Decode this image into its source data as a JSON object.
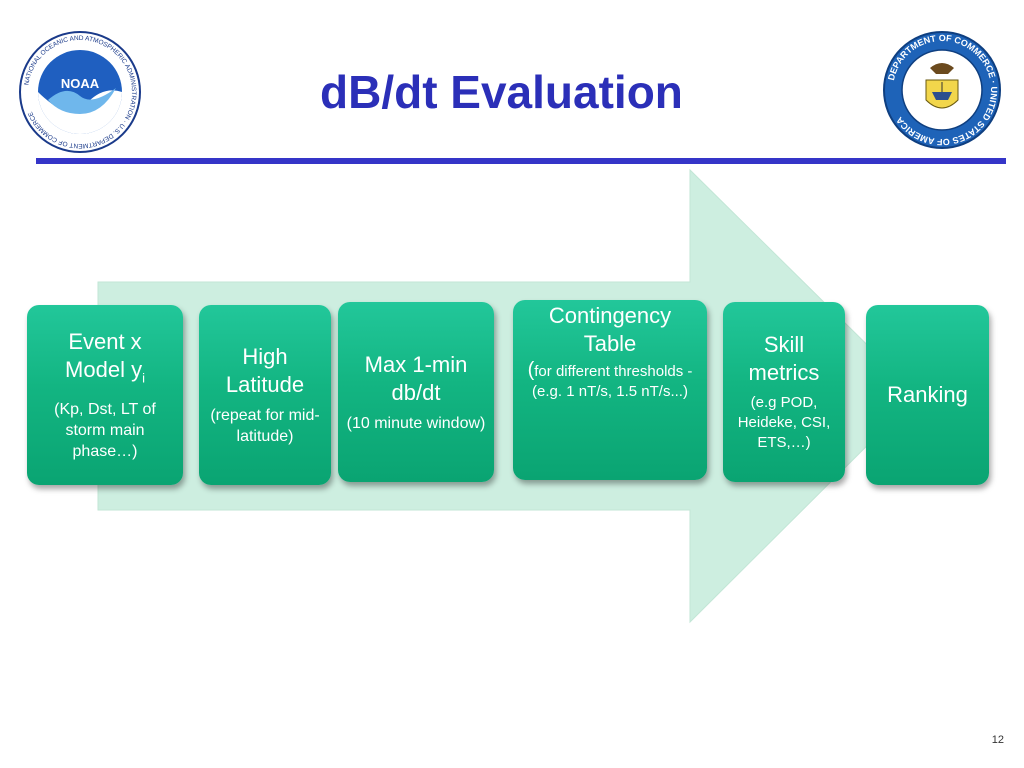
{
  "slide": {
    "title": "dB/dt Evaluation",
    "page_number": "12"
  },
  "logos": {
    "noaa_text": "NOAA",
    "noaa_ring_text": "NATIONAL OCEANIC AND ATMOSPHERIC ADMINISTRATION · U.S. DEPARTMENT OF COMMERCE",
    "doc_ring_text": "DEPARTMENT OF COMMERCE · UNITED STATES OF AMERICA"
  },
  "colors": {
    "title": "#2b2fb8",
    "rule": "#3535c8",
    "box": "#13b582",
    "arrow": "#cdeee0"
  },
  "steps": [
    {
      "head_main": "Event x",
      "head_line2": "Model y",
      "head_sub": "i",
      "detail": "(Kp, Dst, LT of storm main phase…)"
    },
    {
      "head": "High Latitude",
      "detail": "(repeat for mid-latitude)"
    },
    {
      "head": "Max 1-min db/dt",
      "detail": "(10 minute window)"
    },
    {
      "head": "Contingency Table",
      "detail_paren": "(",
      "detail": "for different thresholds - (e.g. 1 nT/s, 1.5 nT/s...)"
    },
    {
      "head": "Skill metrics",
      "detail": "(e.g POD, Heideke, CSI, ETS,…)"
    },
    {
      "head": "Ranking"
    }
  ]
}
